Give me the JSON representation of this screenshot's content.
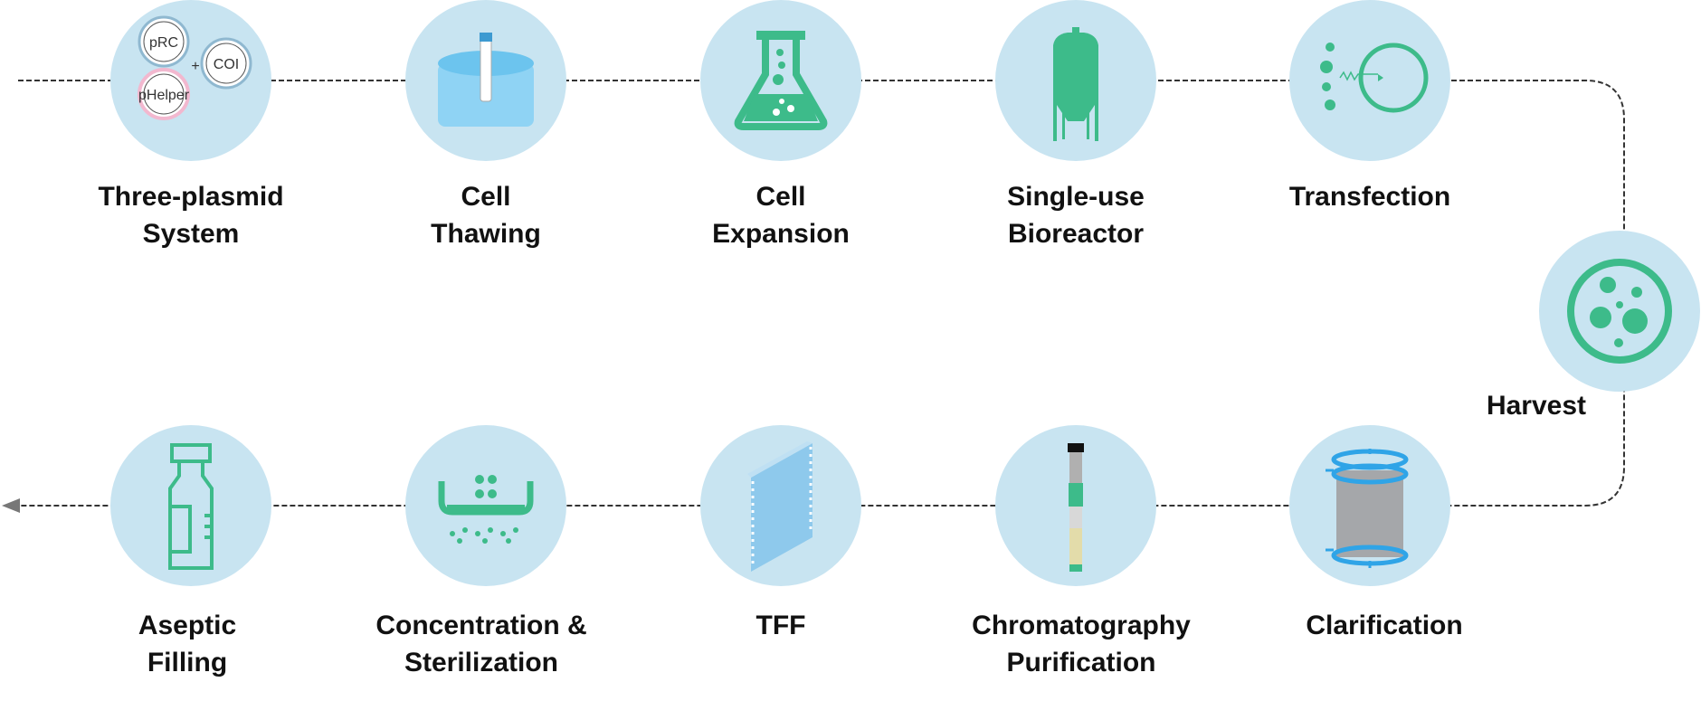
{
  "colors": {
    "circle": "#c8e4f1",
    "green": "#3dbb8a",
    "line": "#333333"
  },
  "steps": [
    {
      "id": "three-plasmid",
      "line1": "Three-plasmid",
      "line2": "System",
      "icon": "plasmid-icon",
      "plasmids": [
        "pRC",
        "COI",
        "pHelper"
      ],
      "plus": "+"
    },
    {
      "id": "cell-thawing",
      "line1": "Cell",
      "line2": "Thawing",
      "icon": "thawing-bath-icon"
    },
    {
      "id": "cell-expansion",
      "line1": "Cell",
      "line2": "Expansion",
      "icon": "flask-icon"
    },
    {
      "id": "bioreactor",
      "line1": "Single-use",
      "line2": "Bioreactor",
      "icon": "bioreactor-icon"
    },
    {
      "id": "transfection",
      "line1": "Transfection",
      "line2": "",
      "icon": "transfection-icon"
    },
    {
      "id": "harvest",
      "line1": "Harvest",
      "line2": "",
      "icon": "petri-dish-icon"
    },
    {
      "id": "clarification",
      "line1": "Clarification",
      "line2": "",
      "icon": "depth-filter-icon"
    },
    {
      "id": "chromatography",
      "line1": "Chromatography",
      "line2": "Purification",
      "icon": "chromatography-column-icon"
    },
    {
      "id": "tff",
      "line1": "TFF",
      "line2": "",
      "icon": "membrane-icon"
    },
    {
      "id": "concentration",
      "line1": "Concentration &",
      "line2": "Sterilization",
      "icon": "filter-icon"
    },
    {
      "id": "aseptic-filling",
      "line1": "Aseptic",
      "line2": "Filling",
      "icon": "vial-icon"
    }
  ]
}
